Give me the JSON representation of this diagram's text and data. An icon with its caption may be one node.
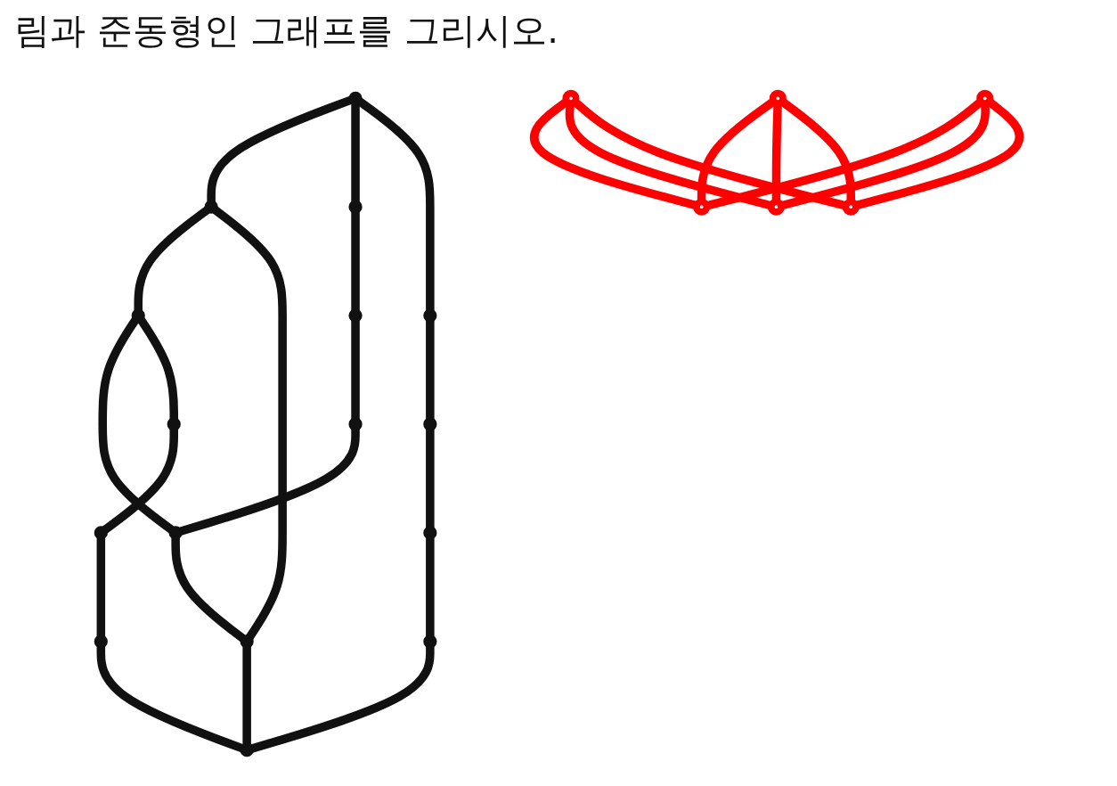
{
  "diagram": {
    "title": "림과 준동형인 그래프를 그리시오.",
    "nodes": [
      {
        "text": [],
        "shape": "circle"
      },
      {
        "text": [],
        "shape": "circle"
      },
      {
        "text": [],
        "shape": "circle"
      },
      {
        "text": [],
        "shape": "circle"
      },
      {
        "text": [],
        "shape": "circle"
      },
      {
        "text": [],
        "shape": "circle"
      },
      {
        "text": [],
        "shape": "circle"
      },
      {
        "text": [],
        "shape": "circle"
      },
      {
        "text": [],
        "shape": "circle"
      },
      {
        "text": [],
        "shape": "circle"
      },
      {
        "text": [],
        "shape": "circle"
      },
      {
        "text": [],
        "shape": "circle"
      },
      {
        "text": [],
        "shape": "circle"
      },
      {
        "text": [],
        "shape": "circle"
      },
      {
        "text": [],
        "shape": "circle"
      },
      {
        "text": [],
        "shape": "circle"
      },
      {
        "text": [],
        "shape": "circle"
      },
      {
        "text": [],
        "shape": "circle"
      },
      {
        "text": [],
        "shape": "circle"
      },
      {
        "text": [],
        "shape": "circle"
      },
      {
        "text": [],
        "shape": "circle"
      },
      {
        "text": [],
        "shape": "circle"
      }
    ],
    "edges": [
      {
        "from": 0,
        "to": 1,
        "arrow": "none"
      },
      {
        "from": 1,
        "to": 8,
        "arrow": "none"
      },
      {
        "from": 1,
        "to": 14,
        "arrow": "none"
      },
      {
        "from": 8,
        "to": 9,
        "arrow": "none"
      },
      {
        "from": 9,
        "to": 14,
        "arrow": "none"
      },
      {
        "from": 14,
        "to": 15,
        "arrow": "none"
      },
      {
        "from": 0,
        "to": 2,
        "arrow": "none"
      },
      {
        "from": 2,
        "to": 4,
        "arrow": "none"
      },
      {
        "from": 4,
        "to": 6,
        "arrow": "none"
      },
      {
        "from": 6,
        "to": 9,
        "arrow": "none"
      },
      {
        "from": 0,
        "to": 3,
        "arrow": "none"
      },
      {
        "from": 3,
        "to": 5,
        "arrow": "none"
      },
      {
        "from": 5,
        "to": 7,
        "arrow": "none"
      },
      {
        "from": 7,
        "to": 10,
        "arrow": "none"
      },
      {
        "from": 10,
        "to": 15,
        "arrow": "none"
      },
      {
        "from": 8,
        "to": 11,
        "arrow": "none"
      },
      {
        "from": 11,
        "to": 12,
        "arrow": "none"
      },
      {
        "from": 12,
        "to": 13,
        "arrow": "none"
      },
      {
        "from": 13,
        "to": 15,
        "arrow": "none"
      },
      {
        "from": 16,
        "to": 17,
        "arrow": "none",
        "color": "#ff0000"
      },
      {
        "from": 16,
        "to": 19,
        "arrow": "none",
        "color": "#ff0000"
      },
      {
        "from": 16,
        "to": 21,
        "arrow": "none",
        "color": "#ff0000"
      },
      {
        "from": 18,
        "to": 17,
        "arrow": "none",
        "color": "#ff0000"
      },
      {
        "from": 18,
        "to": 19,
        "arrow": "none",
        "color": "#ff0000"
      },
      {
        "from": 18,
        "to": 21,
        "arrow": "none",
        "color": "#ff0000"
      },
      {
        "from": 20,
        "to": 17,
        "arrow": "none",
        "color": "#ff0000"
      },
      {
        "from": 20,
        "to": 19,
        "arrow": "none",
        "color": "#ff0000"
      },
      {
        "from": 20,
        "to": 21,
        "arrow": "none",
        "color": "#ff0000"
      }
    ]
  }
}
